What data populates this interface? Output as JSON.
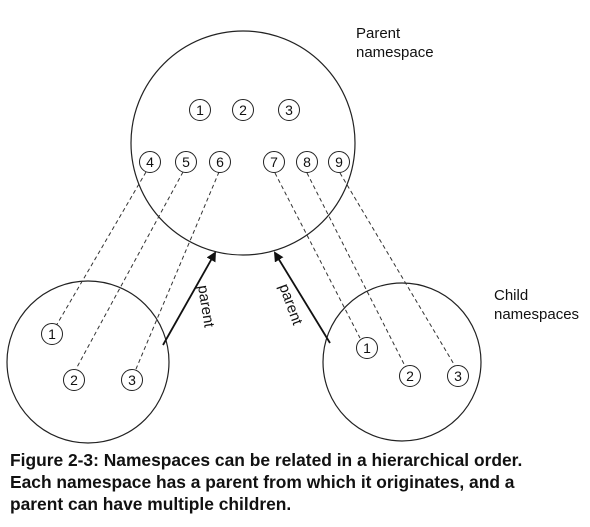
{
  "labels": {
    "parent_line1": "Parent",
    "parent_line2": "namespace",
    "child_line1": "Child",
    "child_line2": "namespaces",
    "arrow_left": "parent",
    "arrow_right": "parent"
  },
  "parent_namespace": {
    "nodes": [
      "1",
      "2",
      "3",
      "4",
      "5",
      "6",
      "7",
      "8",
      "9"
    ]
  },
  "left_child": {
    "nodes": [
      "1",
      "2",
      "3"
    ]
  },
  "right_child": {
    "nodes": [
      "1",
      "2",
      "3"
    ]
  },
  "mappings": [
    {
      "from": "4",
      "to": "left-1"
    },
    {
      "from": "5",
      "to": "left-2"
    },
    {
      "from": "6",
      "to": "left-3"
    },
    {
      "from": "7",
      "to": "right-1"
    },
    {
      "from": "8",
      "to": "right-2"
    },
    {
      "from": "9",
      "to": "right-3"
    }
  ],
  "caption": {
    "line1": "Figure 2-3: Namespaces can be related in a hierarchical order.",
    "line2": "Each namespace has a parent from which it originates, and a",
    "line3": "parent can have multiple children."
  }
}
